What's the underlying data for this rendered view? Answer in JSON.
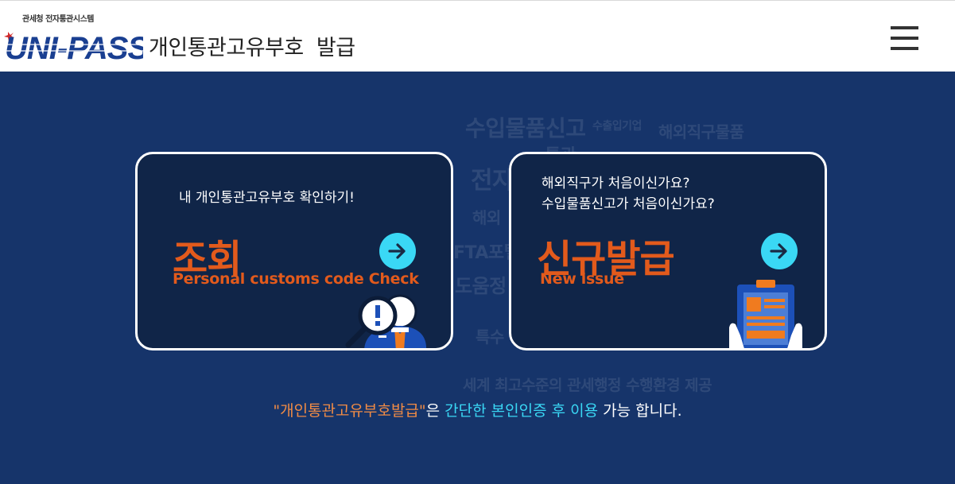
{
  "header": {
    "logo_subtitle": "관세청 전자통관시스템",
    "logo_text": "UNI-PASS",
    "page_title": "개인통관고유부호  발급",
    "menu_icon": "hamburger-menu-icon"
  },
  "background_words": [
    "수입물품신고",
    "수출입기업",
    "해외직구물품",
    "전자",
    "통관",
    "해외",
    "FTA포털",
    "도움정",
    "특수",
    "세계 최고수준의 관세행정 수행환경 제공"
  ],
  "cards": {
    "lookup": {
      "description": "내 개인통관고유부호 확인하기!",
      "title": "조회",
      "subtitle": "Personal customs code Check",
      "arrow_icon": "arrow-right-icon",
      "illustration_icon": "magnifier-person-icon"
    },
    "new_issue": {
      "description_line1": "해외직구가 처음이신가요?",
      "description_line2": "수입물품신고가 처음이신가요?",
      "title": "신규발급",
      "subtitle": "New issue",
      "arrow_icon": "arrow-right-icon",
      "illustration_icon": "clipboard-document-icon"
    }
  },
  "footer_note": {
    "part1": "\"개인통관고유부호발급\"",
    "part2": "은 ",
    "part3": "간단한 본인인증 후 이용",
    "part4": " 가능 합니다."
  },
  "colors": {
    "background": "#16346a",
    "card": "#102548",
    "accent_orange": "#e25a1c",
    "accent_cyan": "#3ad8f5"
  }
}
